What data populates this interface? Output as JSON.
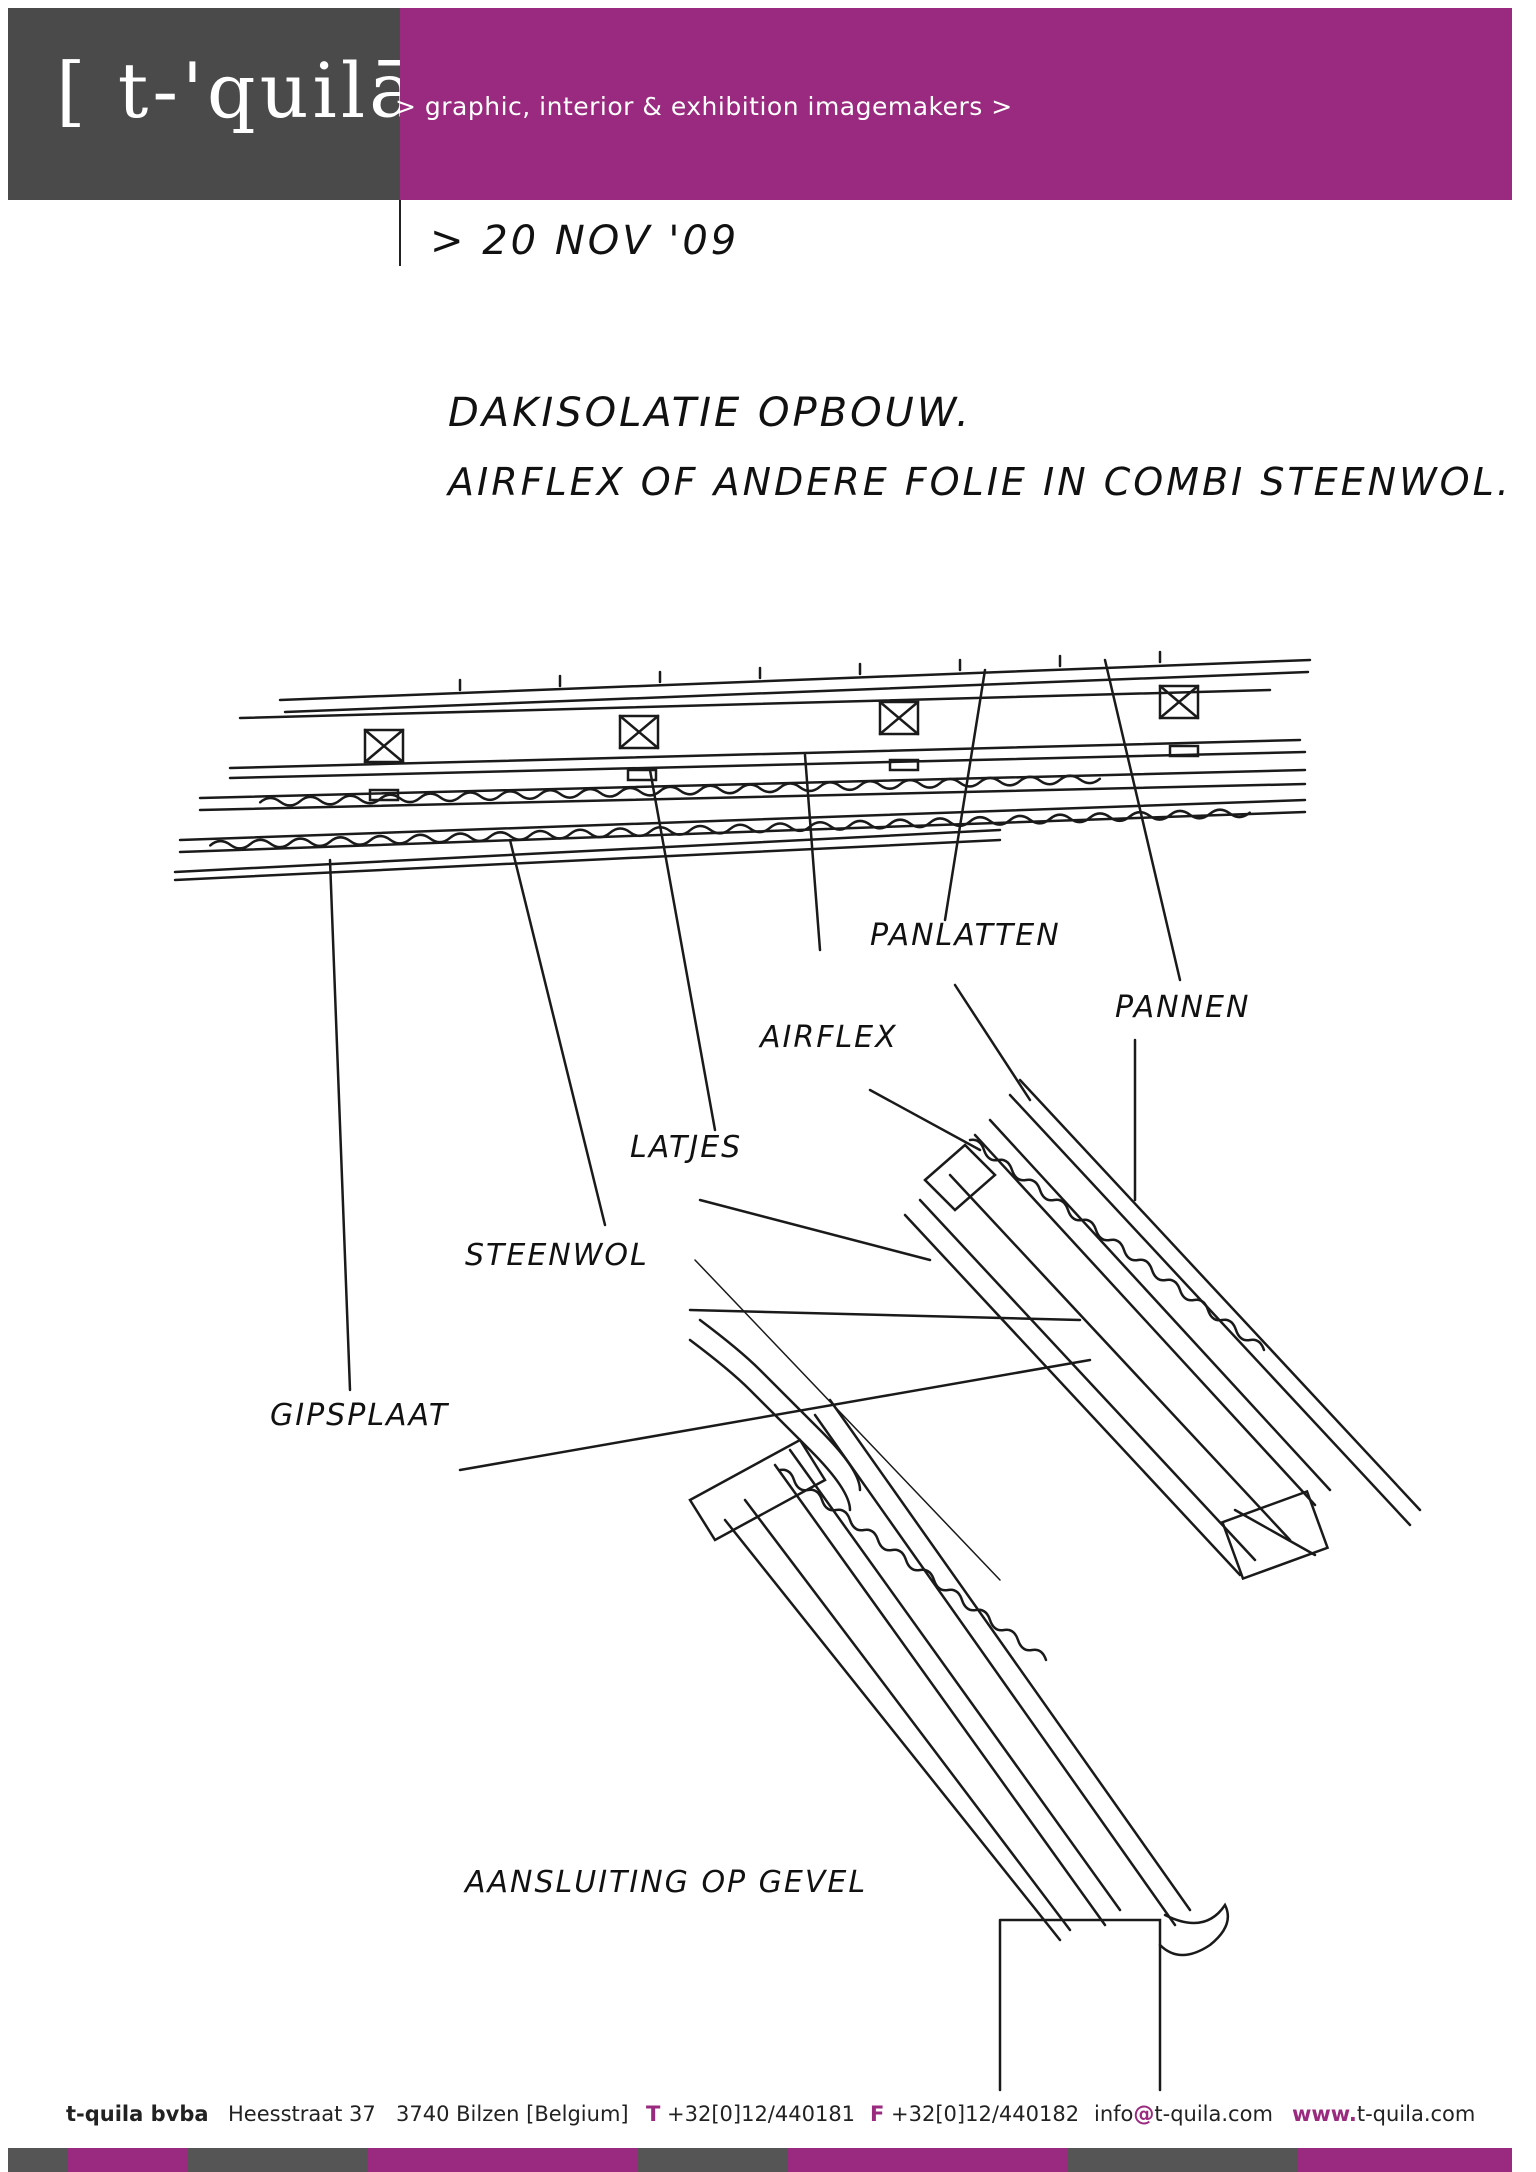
{
  "header": {
    "logo": "[ t-'quilā ]",
    "tagline": "> graphic, interior & exhibition imagemakers >"
  },
  "note": {
    "date": "> 20 NOV '09",
    "title": "DAKISOLATIE OPBOUW.",
    "subtitle": "AIRFLEX OF ANDERE FOLIE IN COMBI STEENWOL."
  },
  "labels": {
    "panlatten": "PANLATTEN",
    "pannen": "PANNEN",
    "airflex": "AIRFLEX",
    "latjes": "LATJES",
    "steenwol": "STEENWOL",
    "gipsplaat": "GIPSPLAAT",
    "aansluiting": "AANSLUITING OP GEVEL"
  },
  "footer": {
    "company": "t-quila bvba",
    "street": "Heesstraat 37",
    "city": "3740 Bilzen [Belgium]",
    "tel_prefix": "T",
    "tel": "+32[0]12/440181",
    "fax_prefix": "F",
    "fax": "+32[0]12/440182",
    "email_pre": "info",
    "email_at": "@",
    "email_post": "t-quila.com",
    "web_pre": "www.",
    "web_post": "t-quila.com"
  },
  "colors": {
    "brand": "#9a2a7f",
    "dark": "#4a4a4a"
  }
}
